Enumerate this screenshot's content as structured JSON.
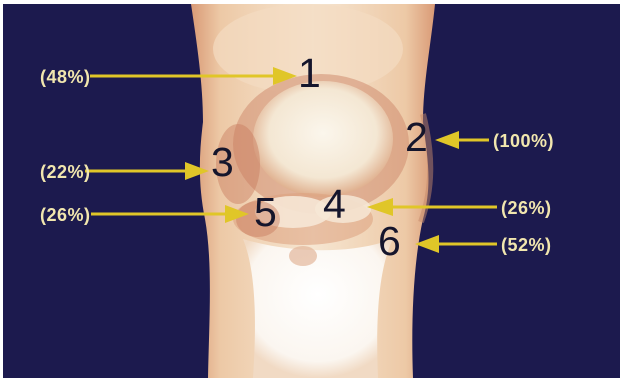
{
  "labels": [
    {
      "number": "1",
      "percent": "(48%)"
    },
    {
      "number": "2",
      "percent": "(100%)"
    },
    {
      "number": "3",
      "percent": "(22%)"
    },
    {
      "number": "4",
      "percent": "(26%)"
    },
    {
      "number": "5",
      "percent": "(26%)"
    },
    {
      "number": "6",
      "percent": "(52%)"
    }
  ],
  "colors": {
    "background": "#1c1a4e",
    "arrow": "#e0c628",
    "percent_text": "#f1e6ae",
    "number_text": "#15152c"
  }
}
